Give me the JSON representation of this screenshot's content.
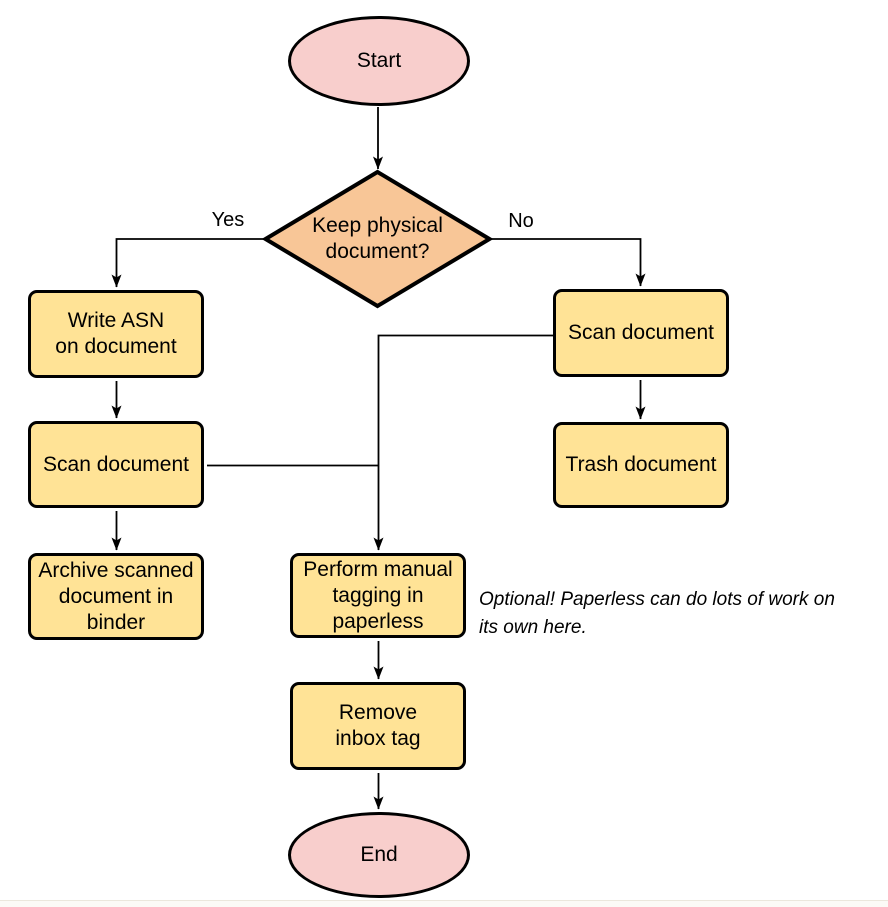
{
  "nodes": {
    "start": {
      "label": "Start",
      "type": "terminal"
    },
    "decision": {
      "label": "Keep physical\ndocument?",
      "type": "decision"
    },
    "write_asn": {
      "label": "Write ASN\non document",
      "type": "process"
    },
    "scan_left": {
      "label": "Scan document",
      "type": "process"
    },
    "archive": {
      "label": "Archive scanned\ndocument in\nbinder",
      "type": "process"
    },
    "scan_right": {
      "label": "Scan document",
      "type": "process"
    },
    "trash": {
      "label": "Trash document",
      "type": "process"
    },
    "tagging": {
      "label": "Perform manual\ntagging in\npaperless",
      "type": "process"
    },
    "remove_inbox": {
      "label": "Remove\ninbox tag",
      "type": "process"
    },
    "end": {
      "label": "End",
      "type": "terminal"
    }
  },
  "edge_labels": {
    "yes": "Yes",
    "no": "No"
  },
  "note": {
    "text": "Optional! Paperless can do lots of work on\nits own here."
  },
  "colors": {
    "terminal_fill": "#f8cecc",
    "decision_fill": "#f8c697",
    "process_fill": "#ffe396",
    "stroke": "#000000",
    "background": "#ffffff"
  }
}
